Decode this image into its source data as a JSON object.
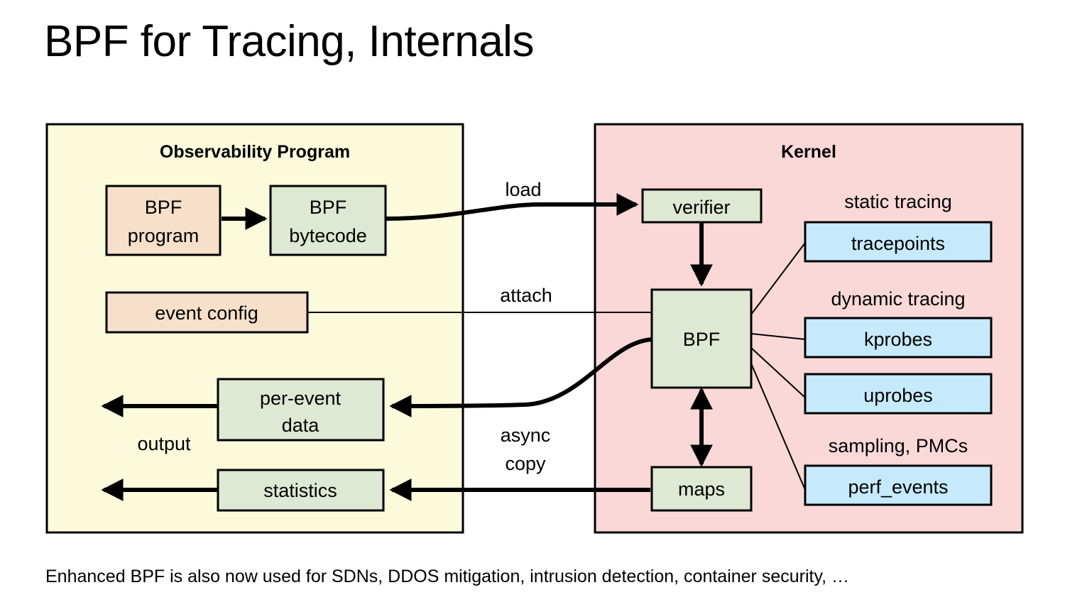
{
  "slide": {
    "title": "BPF for Tracing, Internals",
    "footnote": "Enhanced BPF is also now used for SDNs, DDOS mitigation, intrusion detection, container security, …"
  },
  "colors": {
    "userspace_panel": "#FBFBDC",
    "kernel_panel": "#FBD8D8",
    "source_box": "#F7E0C9",
    "bpf_box": "#DEE8D3",
    "event_source_box": "#C6EAFB",
    "stroke": "#000000",
    "page_background": "#FFFFFF"
  },
  "panels": [
    {
      "id": "userspace",
      "title": "Observability Program",
      "fill": "#FBFBDC"
    },
    {
      "id": "kernel",
      "title": "Kernel",
      "fill": "#FBD8D8"
    }
  ],
  "nodes": {
    "bpf_program": "BPF\nprogram",
    "bpf_program_line1": "BPF",
    "bpf_program_line2": "program",
    "bpf_bytecode_line1": "BPF",
    "bpf_bytecode_line2": "bytecode",
    "event_config": "event config",
    "per_event_data_line1": "per-event",
    "per_event_data_line2": "data",
    "statistics": "statistics",
    "verifier": "verifier",
    "bpf": "BPF",
    "maps": "maps",
    "tracepoints": "tracepoints",
    "kprobes": "kprobes",
    "uprobes": "uprobes",
    "perf_events": "perf_events"
  },
  "group_labels": {
    "static_tracing": "static tracing",
    "dynamic_tracing": "dynamic tracing",
    "sampling_pmcs": "sampling, PMCs"
  },
  "edge_labels": {
    "load": "load",
    "attach": "attach",
    "async_copy_line1": "async",
    "async_copy_line2": "copy",
    "output": "output"
  }
}
